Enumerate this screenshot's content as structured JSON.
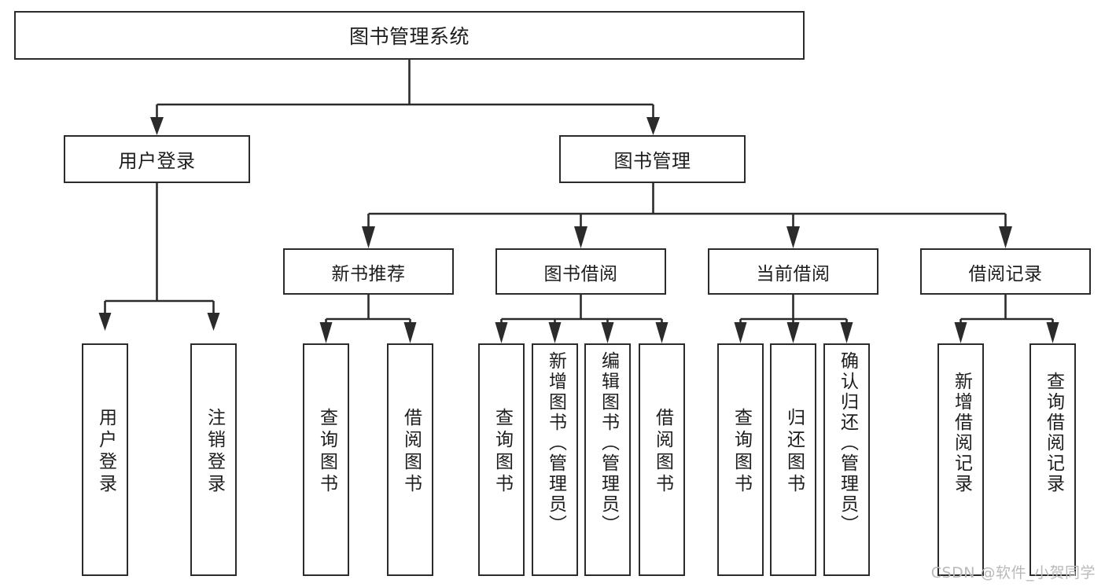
{
  "diagram": {
    "title": "图书管理系统",
    "type": "功能结构图",
    "background_color": "#ffffff",
    "line_color": "#2b2b2b",
    "text_color": "#1d1d1d"
  },
  "watermark": {
    "text": "CSDN @软件_小贺同学",
    "color": "#b9b9b9"
  },
  "nodes": {
    "root": {
      "label": "图书管理系统"
    },
    "level1": [
      {
        "label": "用户登录"
      },
      {
        "label": "图书管理"
      }
    ],
    "level2": [
      {
        "label": "新书推荐"
      },
      {
        "label": "图书借阅"
      },
      {
        "label": "当前借阅"
      },
      {
        "label": "借阅记录"
      }
    ],
    "leaves": [
      {
        "label": "用户登录"
      },
      {
        "label": "注销登录"
      },
      {
        "label": "查询图书"
      },
      {
        "label": "借阅图书"
      },
      {
        "label": "查询图书"
      },
      {
        "label": "新增图书（管理员）"
      },
      {
        "label": "编辑图书（管理员）"
      },
      {
        "label": "借阅图书"
      },
      {
        "label": "查询图书"
      },
      {
        "label": "归还图书"
      },
      {
        "label": "确认归还（管理员）"
      },
      {
        "label": "新增借阅记录"
      },
      {
        "label": "查询借阅记录"
      }
    ]
  },
  "tree": {
    "name": "图书管理系统",
    "children": [
      {
        "name": "用户登录",
        "children": [
          {
            "name": "用户登录"
          },
          {
            "name": "注销登录"
          }
        ]
      },
      {
        "name": "图书管理",
        "children": [
          {
            "name": "新书推荐",
            "children": [
              {
                "name": "查询图书"
              },
              {
                "name": "借阅图书"
              }
            ]
          },
          {
            "name": "图书借阅",
            "children": [
              {
                "name": "查询图书"
              },
              {
                "name": "新增图书（管理员）"
              },
              {
                "name": "编辑图书（管理员）"
              },
              {
                "name": "借阅图书"
              }
            ]
          },
          {
            "name": "当前借阅",
            "children": [
              {
                "name": "查询图书"
              },
              {
                "name": "归还图书"
              },
              {
                "name": "确认归还（管理员）"
              }
            ]
          },
          {
            "name": "借阅记录",
            "children": [
              {
                "name": "新增借阅记录"
              },
              {
                "name": "查询借阅记录"
              }
            ]
          }
        ]
      }
    ]
  }
}
